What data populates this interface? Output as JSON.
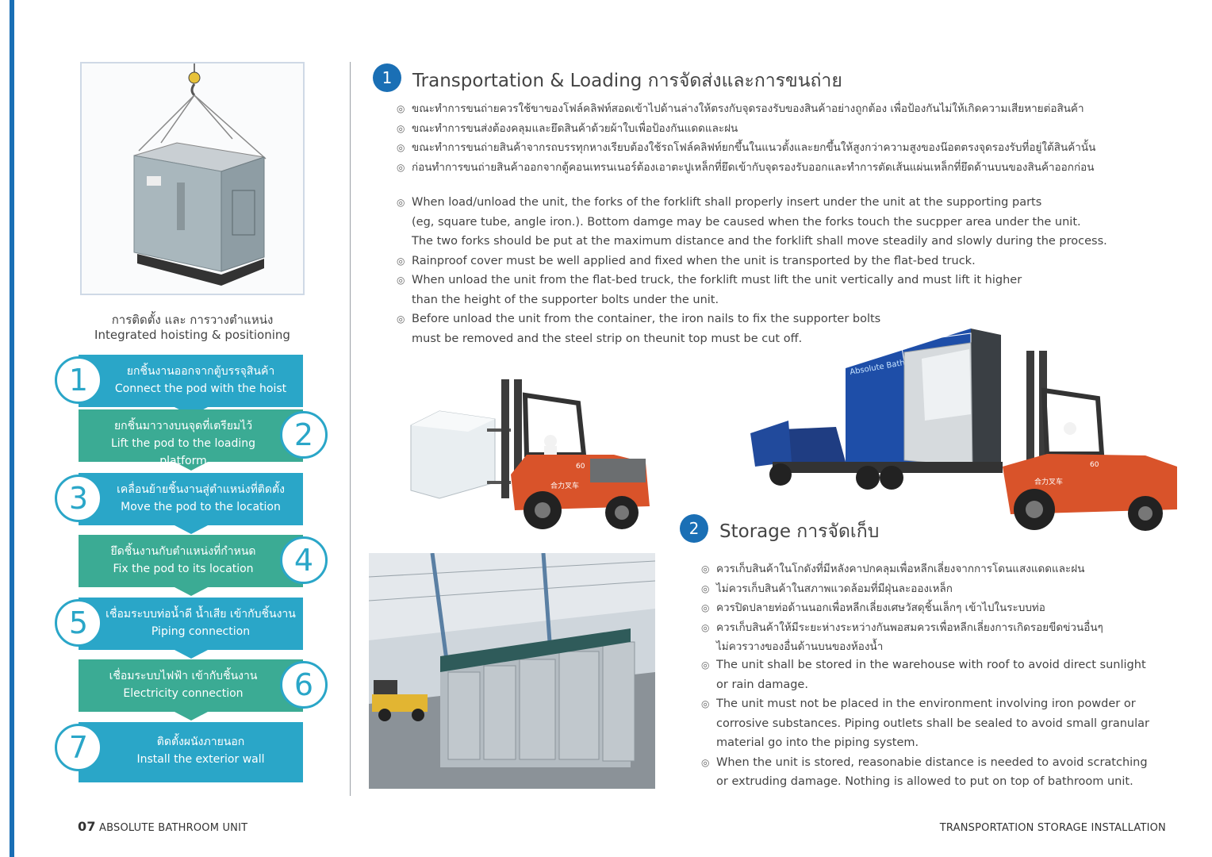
{
  "left_panel": {
    "caption_th": "การติดตั้ง และ การวางตำแหน่ง",
    "caption_en": "Integrated hoisting & positioning",
    "steps": [
      {
        "num": "1",
        "th": "ยกชิ้นงานออกจากตู้บรรจุสินค้า",
        "en": "Connect the pod with the hoist",
        "color": "#2aa6c8"
      },
      {
        "num": "2",
        "th": "ยกชิ้นมาวางบนจุดที่เตรียมไว้",
        "en": "Lift the pod to the loading platform",
        "color": "#3bab94"
      },
      {
        "num": "3",
        "th": "เคลื่อนย้ายชิ้นงานสู่ตำแหน่งที่ติดตั้ง",
        "en": "Move the pod to the location",
        "color": "#2aa6c8"
      },
      {
        "num": "4",
        "th": "ยึดชิ้นงานกับตำแหน่งที่กำหนด",
        "en": "Fix the pod to its location",
        "color": "#3bab94"
      },
      {
        "num": "5",
        "th": "เชื่อมระบบท่อน้ำดี น้ำเสีย เข้ากับชิ้นงาน",
        "en": "Piping connection",
        "color": "#2aa6c8"
      },
      {
        "num": "6",
        "th": "เชื่อมระบบไฟฟ้า เข้ากับชิ้นงาน",
        "en": "Electricity connection",
        "color": "#3bab94"
      },
      {
        "num": "7",
        "th": "ติดตั้งผนังภายนอก",
        "en": "Install the exterior wall",
        "color": "#2aa6c8"
      }
    ]
  },
  "section1": {
    "num": "1",
    "title": "Transportation & Loading การจัดส่งและการขนถ่าย",
    "th_items": [
      "ขณะทำการขนถ่ายควรใช้ขาของโฟล์คลิฟท์สอดเข้าไปด้านล่างให้ตรงกับจุดรองรับของสินค้าอย่างถูกต้อง เพื่อป้องกันไม่ให้เกิดความเสียหายต่อสินค้า",
      "ขณะทำการขนส่งต้องคลุมและยึดสินค้าด้วยผ้าใบเพื่อป้องกันแดดและฝน",
      "ขณะทำการขนถ่ายสินค้าจากรถบรรทุกหางเรียบต้องใช้รถโฟล์คลิฟท์ยกขึ้นในแนวตั้งและยกขึ้นให้สูงกว่าความสูงของน๊อตตรงจุดรองรับที่อยู่ใต้สินค้านั้น",
      "ก่อนทำการขนถ่ายสินค้าออกจากตู้คอนเทรนเนอร์ต้องเอาตะปูเหล็กที่ยึดเข้ากับจุดรองรับออกและทำการตัดเส้นแผ่นเหล็กที่ยึดด้านบนของสินค้าออกก่อน"
    ],
    "en_items": [
      [
        "When load/unload the unit, the forks of the forklift shall properly insert under the unit at the supporting parts",
        "(eg, square tube, angle iron.). Bottom damge may be caused when the forks touch the sucpper area under the unit.",
        "The two forks should be put at the maximum distance and the forklift shall move steadily and slowly during the process."
      ],
      [
        "Rainproof cover must be well applied and fixed when the unit is transported by the flat-bed truck."
      ],
      [
        "When unload the unit from the flat-bed truck, the forklift must lift the unit vertically and must lift it higher",
        "than the height of the supporter bolts under the unit."
      ],
      [
        "Before unload the unit from the container, the iron nails to fix the supporter bolts",
        "must be removed and the steel strip on theunit top must be cut off."
      ]
    ]
  },
  "section2": {
    "num": "2",
    "title": "Storage การจัดเก็บ",
    "th_items": [
      [
        "ควรเก็บสินค้าในโกดังที่มีหลังคาปกคลุมเพื่อหลีกเลี่ยงจากการโดนแสงแดดและฝน"
      ],
      [
        "ไม่ควรเก็บสินค้าในสภาพแวดล้อมที่มีฝุ่นละอองเหล็ก"
      ],
      [
        "ควรปิดปลายท่อด้านนอกเพื่อหลีกเลี่ยงเศษวัสดุชิ้นเล็กๆ เข้าไปในระบบท่อ"
      ],
      [
        "ควรเก็บสินค้าให้มีระยะห่างระหว่างกันพอสมควรเพื่อหลีกเลี่ยงการเกิดรอยขีดข่วนอื่นๆ",
        "ไม่ควรวางของอื่นด้านบนของห้องน้ำ"
      ]
    ],
    "en_items": [
      [
        "The unit shall be stored in the warehouse with roof to avoid direct sunlight",
        "or rain damage."
      ],
      [
        "The unit must not be placed in the environment involving iron powder or",
        "corrosive substances. Piping outlets shall be sealed to avoid small granular",
        "material go into the piping system."
      ],
      [
        "When the unit is stored, reasonabie distance is needed to avoid scratching",
        "or extruding damage. Nothing is allowed to put on top of bathroom unit."
      ]
    ]
  },
  "photos": {
    "container_text": "Absolute Bathroom Unit",
    "forklift_brand": "合力叉车",
    "forklift_model": "60"
  },
  "footer": {
    "page_num": "07",
    "brand": "ABSOLUTE BATHROOM UNIT",
    "right": "TRANSPORTATION STORAGE INSTALLATION"
  }
}
